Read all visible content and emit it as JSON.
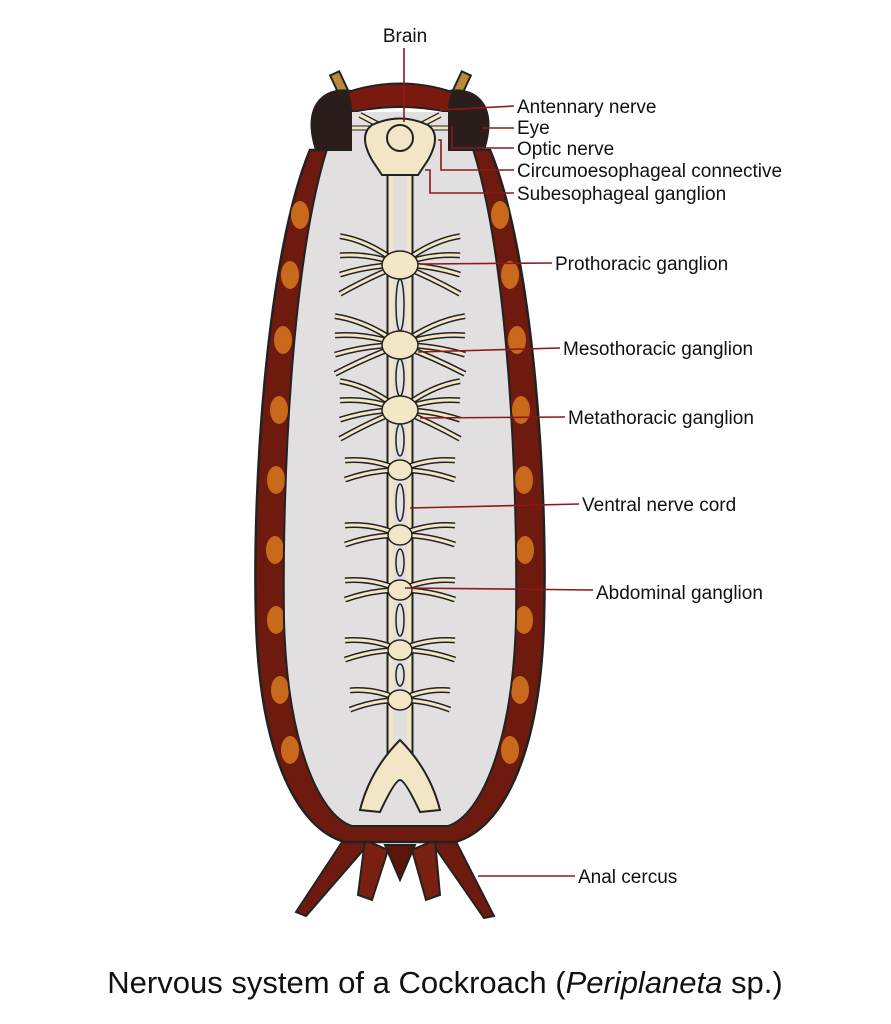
{
  "title": {
    "main": "Nervous system of a Cockroach (",
    "italic": "Periplaneta",
    "rest": " sp.)"
  },
  "labels": {
    "brain": "Brain",
    "antennary_nerve": "Antennary nerve",
    "eye": "Eye",
    "optic_nerve": "Optic nerve",
    "circumoesophageal": "Circumoesophageal connective",
    "subesophageal": "Subesophageal ganglion",
    "prothoracic": "Prothoracic ganglion",
    "mesothoracic": "Mesothoracic ganglion",
    "metathoracic": "Metathoracic ganglion",
    "ventral_cord": "Ventral nerve cord",
    "abdominal": "Abdominal ganglion",
    "anal_cercus": "Anal cercus"
  },
  "colors": {
    "body": "#6e1a0e",
    "body_accent": "#d9781e",
    "interior": "#e1dfdf",
    "nerve": "#f2e6c6",
    "leader": "#8b1a1a"
  }
}
